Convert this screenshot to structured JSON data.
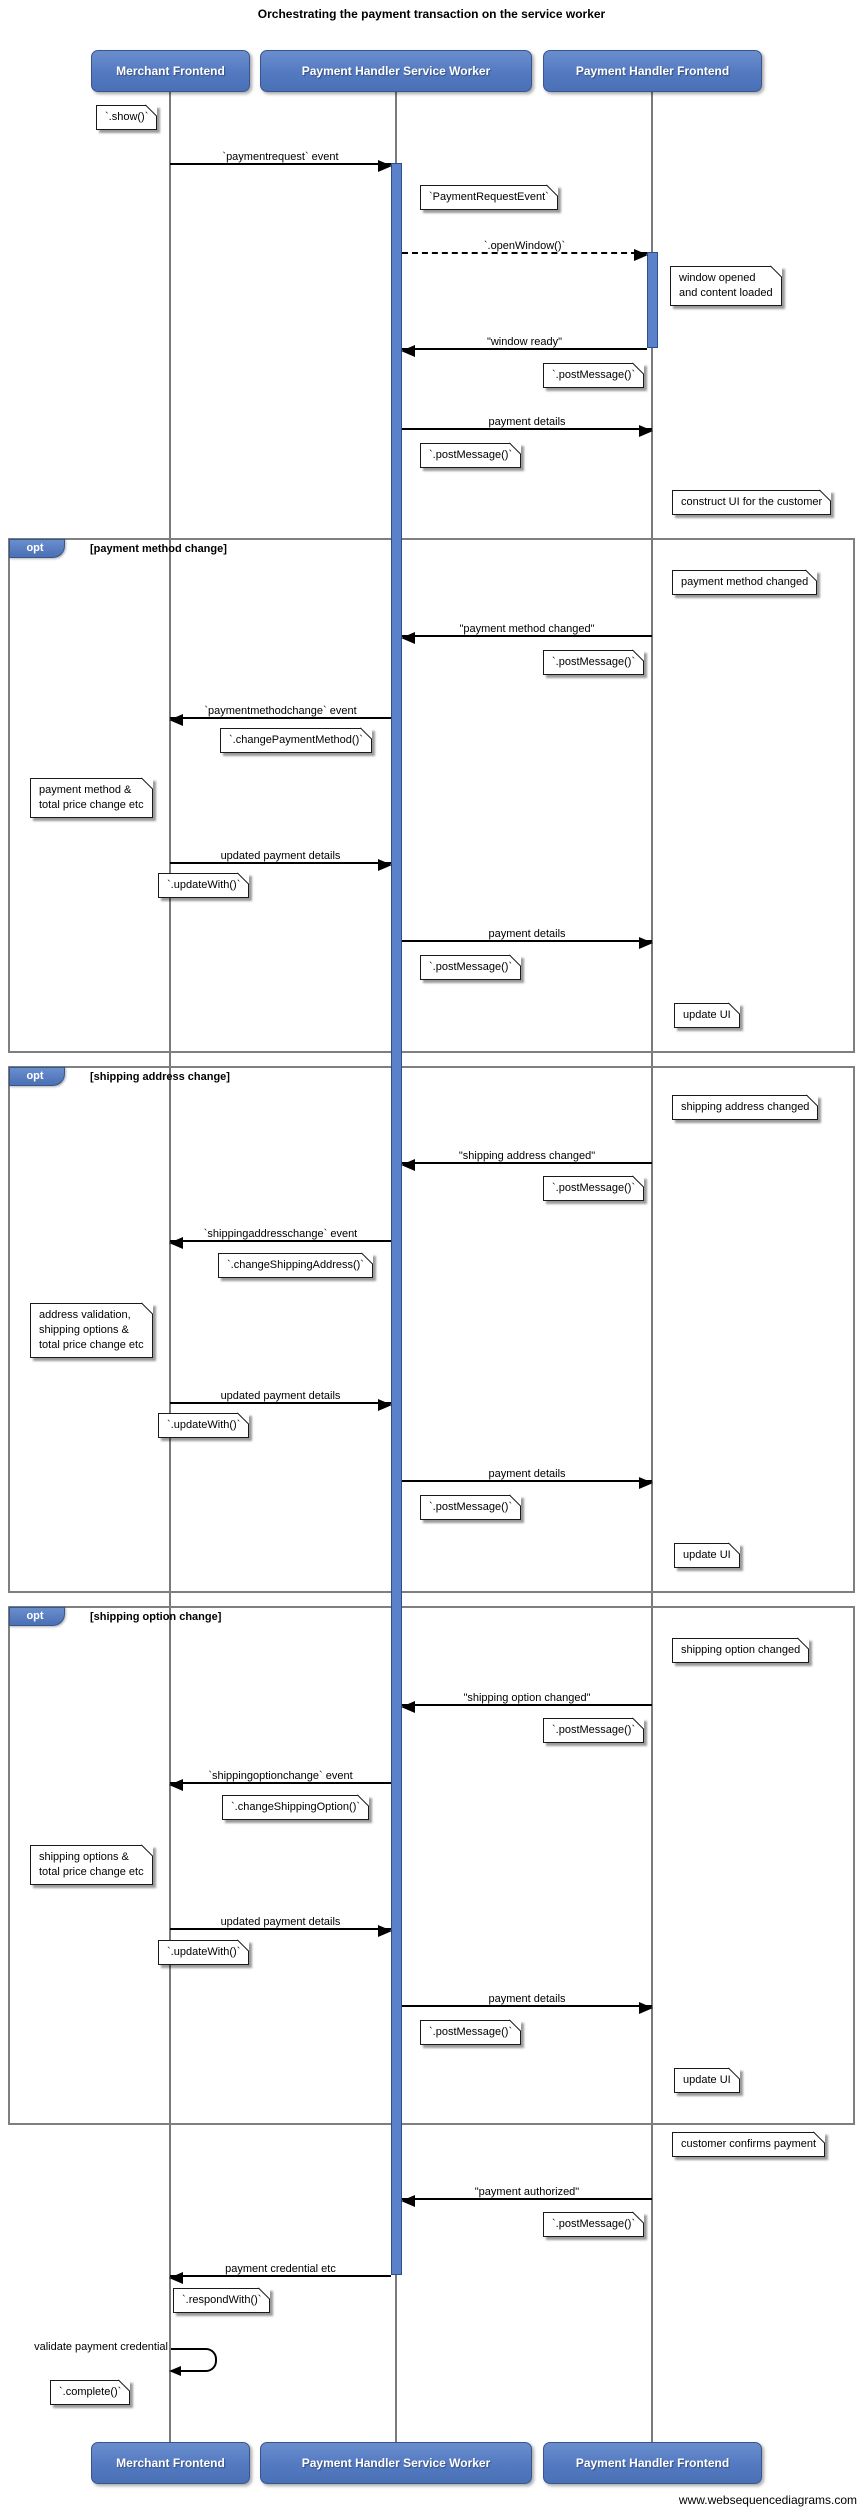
{
  "title": "Orchestrating the payment transaction on the service worker",
  "watermark": "www.websequencediagrams.com",
  "actors": {
    "merchant": "Merchant Frontend",
    "service_worker": "Payment Handler Service Worker",
    "frontend": "Payment Handler Frontend"
  },
  "colors": {
    "actor_fill": "#5379c1",
    "actor_border": "#38558e",
    "activation_fill": "#5b82c8",
    "opt_border": "#7f7f7f",
    "note_bg": "#ffffff",
    "line": "#000000"
  },
  "opt_blocks": {
    "tab_label": "opt",
    "payment_method": "[payment method change]",
    "shipping_address": "[shipping address change]",
    "shipping_option": "[shipping option change]"
  },
  "messages": {
    "paymentrequest_event": "`paymentrequest` event",
    "open_window": "`.openWindow()`",
    "window_ready": "\"window ready\"",
    "payment_details": "payment details",
    "payment_method_changed": "\"payment method changed\"",
    "paymentmethodchange_event": "`paymentmethodchange` event",
    "updated_payment_details": "updated payment details",
    "shipping_address_changed": "\"shipping address changed\"",
    "shippingaddresschange_event": "`shippingaddresschange` event",
    "shipping_option_changed": "\"shipping option changed\"",
    "shippingoptionchange_event": "`shippingoptionchange` event",
    "payment_authorized": "\"payment authorized\"",
    "payment_credential": "payment credential etc",
    "validate_payment_credential": "validate payment credential"
  },
  "notes": {
    "show": "`.show()`",
    "payment_request_event": "`PaymentRequestEvent`",
    "window_opened": "window opened\nand content loaded",
    "post_message": "`.postMessage()`",
    "construct_ui": "construct UI for the customer",
    "payment_method_changed": "payment method changed",
    "change_payment_method": "`.changePaymentMethod()`",
    "payment_method_total": "payment method &\ntotal price change etc",
    "update_with": "`.updateWith()`",
    "update_ui": "update UI",
    "shipping_address_changed": "shipping address changed",
    "change_shipping_address": "`.changeShippingAddress()`",
    "address_validation": "address validation,\nshipping options &\ntotal price change etc",
    "shipping_option_changed": "shipping option changed",
    "change_shipping_option": "`.changeShippingOption()`",
    "shipping_options_total": "shipping options &\ntotal price change etc",
    "customer_confirms": "customer confirms payment",
    "respond_with": "`.respondWith()`",
    "complete": "`.complete()`"
  }
}
